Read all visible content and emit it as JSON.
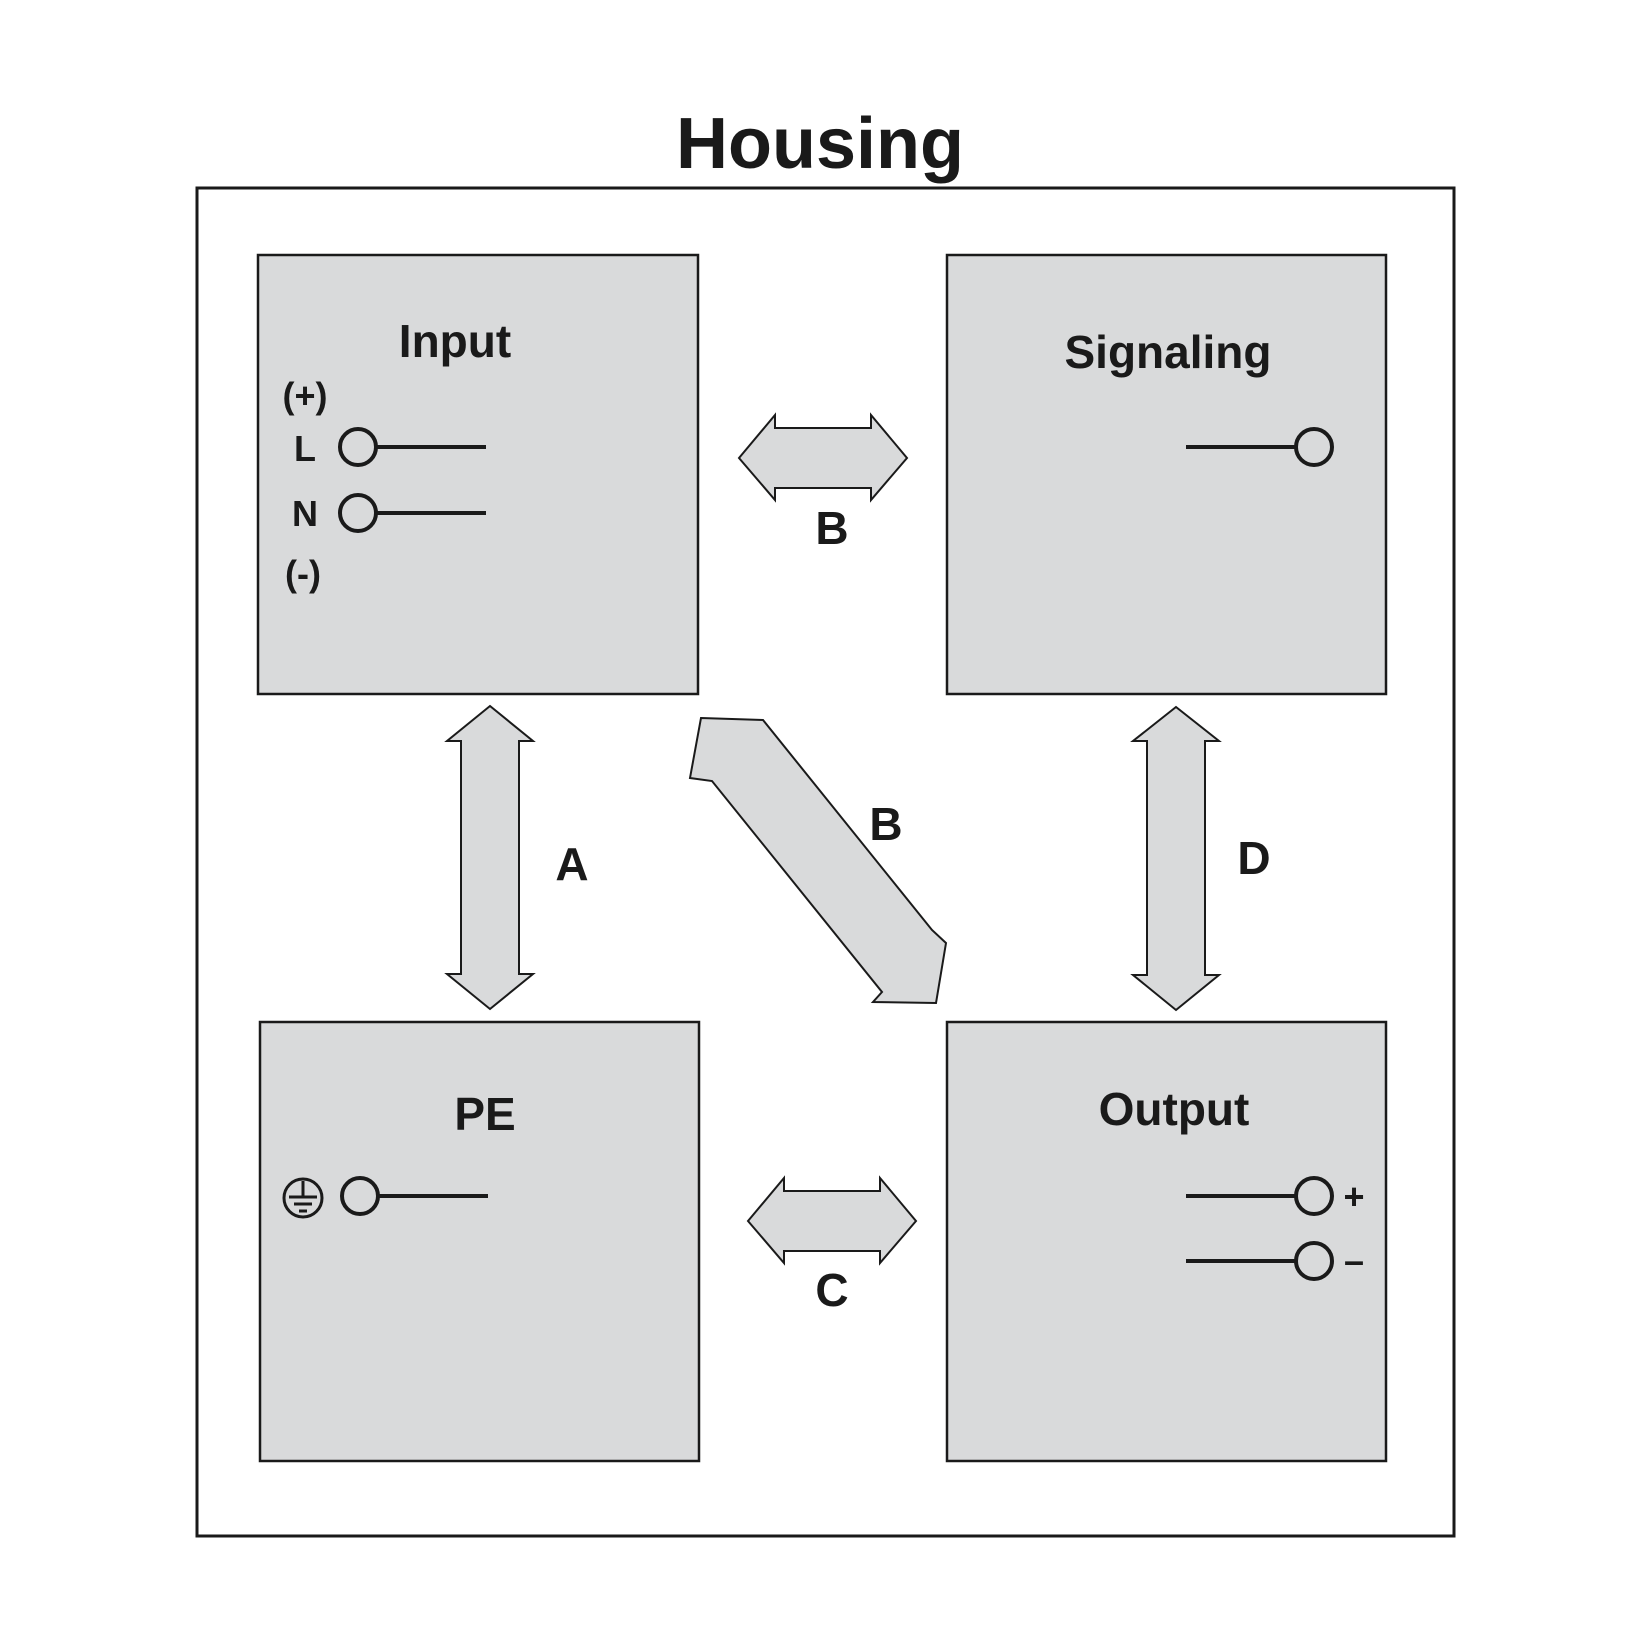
{
  "title": "Housing",
  "blocks": {
    "input": {
      "title": "Input",
      "plus_label": "(+)",
      "l_label": "L",
      "n_label": "N",
      "minus_label": "(-)"
    },
    "signaling": {
      "title": "Signaling"
    },
    "pe": {
      "title": "PE",
      "ground_icon": "protective-earth-icon"
    },
    "output": {
      "title": "Output",
      "plus_label": "+",
      "minus_label": "–"
    }
  },
  "arrows": {
    "input_signaling": "B",
    "input_pe": "A",
    "input_output": "B",
    "signaling_output": "D",
    "pe_output": "C"
  },
  "colors": {
    "block_fill": "#d9dadb",
    "stroke": "#1a1a1a",
    "background": "#ffffff"
  }
}
